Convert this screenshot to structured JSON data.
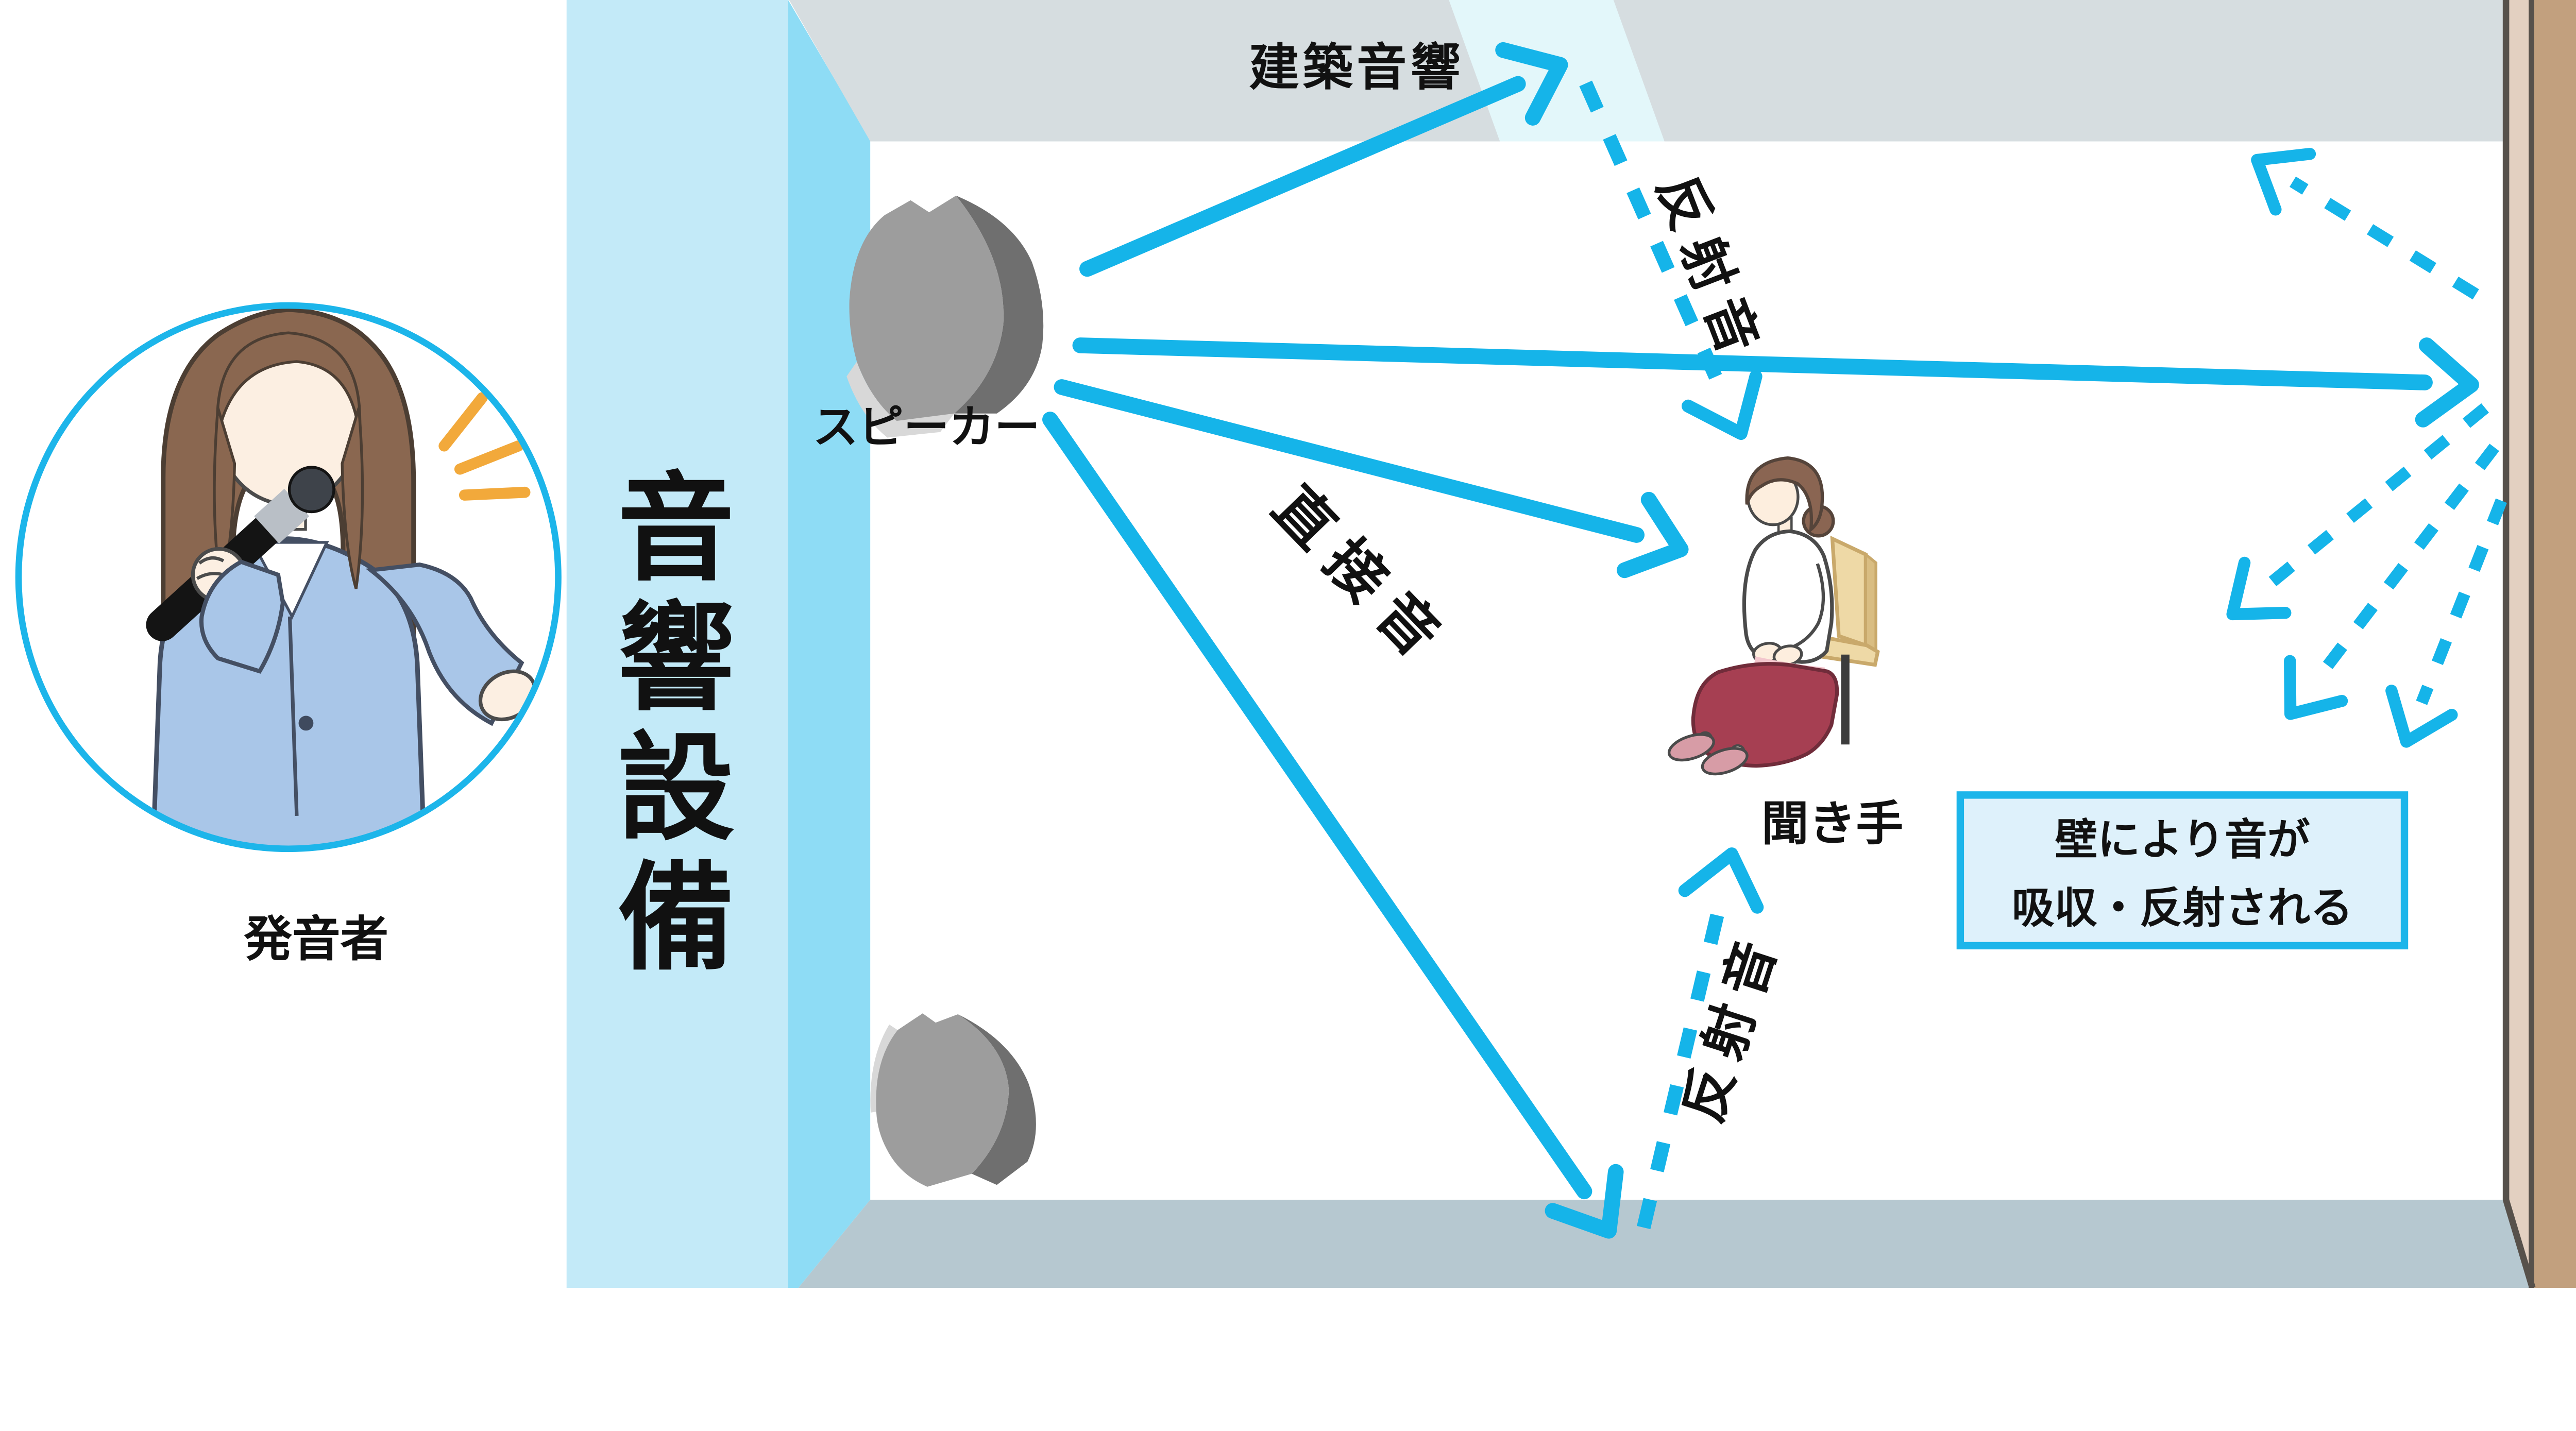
{
  "diagram": {
    "stage_sign": {
      "text": "音響設備",
      "chars": [
        "音",
        "響",
        "設",
        "備"
      ]
    },
    "labels": {
      "architectural_acoustics": "建築音響",
      "ceiling_reflection": "反射音",
      "direct_sound": "直接音",
      "floor_reflection": "反射音",
      "speaker": "スピーカー",
      "listener": "聞き手",
      "vocalist": "発音者"
    },
    "wall_note": {
      "line1": "壁により音が",
      "line2": "吸収・反射される"
    },
    "colors": {
      "arrow_accent": "#15b4e9",
      "stage_column": "#c3eaf8",
      "stage_edge": "#8edcf5",
      "ceiling": "#d6dde0",
      "light_beam": "#e3f7fa",
      "floor": "#b6c8d0",
      "wall_light": "#e3d0c1",
      "wall_dark": "#c2a07e",
      "wall_outline": "#57514b",
      "note_bg": "#def1fb",
      "note_border": "#1cb5ea",
      "text": "#111111",
      "blazer_blue": "#a9c6e8",
      "skirt_red": "#a63f52",
      "chair_tan": "#eed9a6",
      "hair_brown": "#8a6750",
      "skin": "#fcefe2",
      "burst_orange": "#f2a93b",
      "speaker_front_gray": "#9d9d9d",
      "speaker_side_gray": "#6f6f6f"
    }
  }
}
